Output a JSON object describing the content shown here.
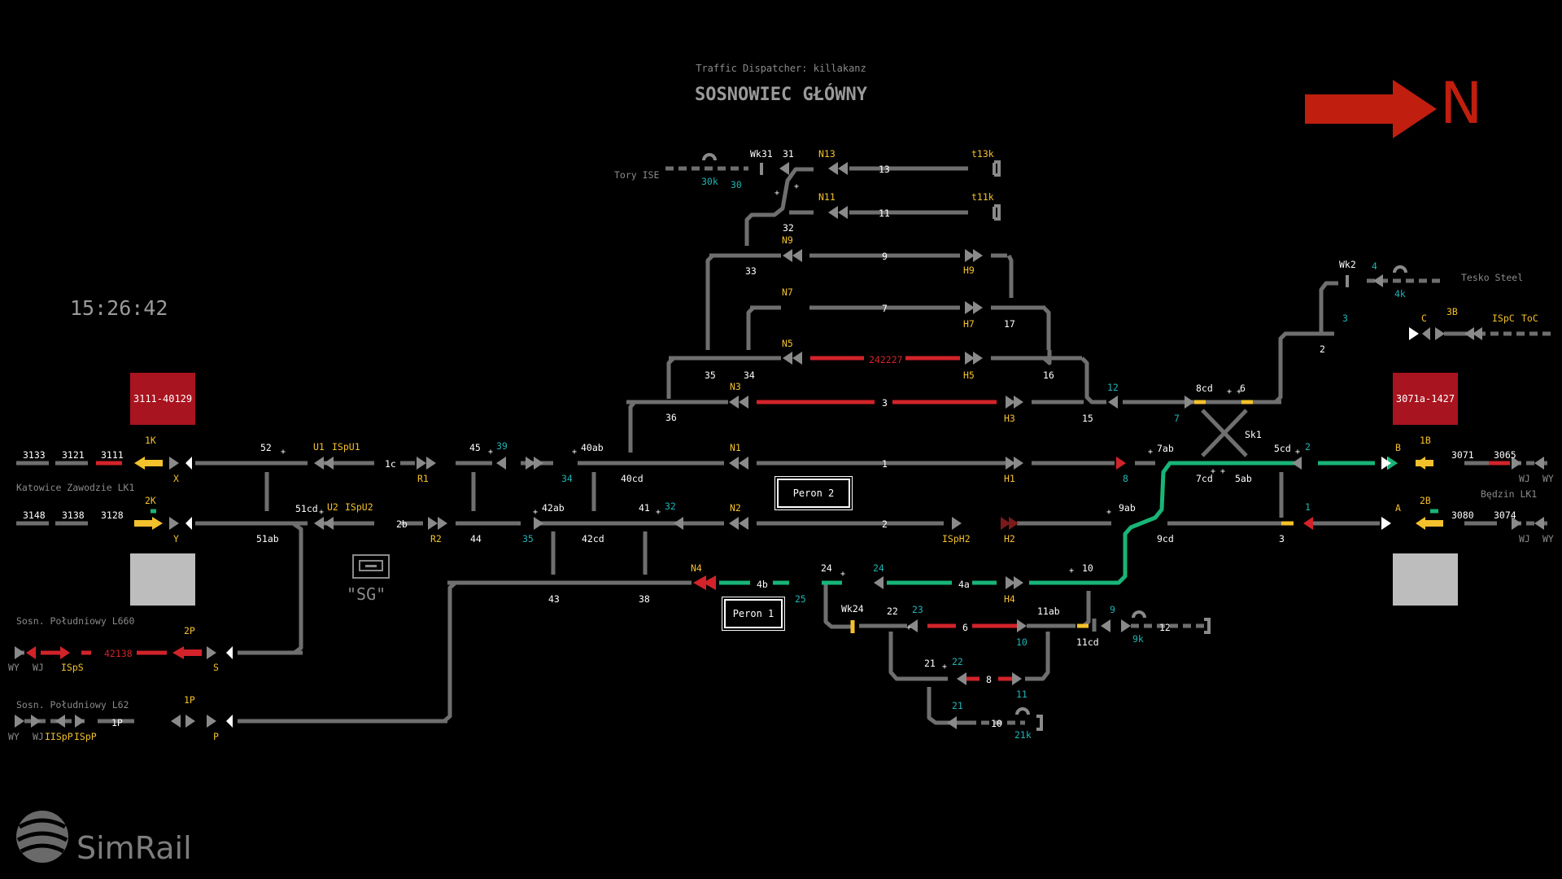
{
  "header": {
    "dispatcher": "Traffic Dispatcher: killakanz",
    "station": "SOSNOWIEC GŁÓWNY",
    "clock": "15:26:42",
    "north": "N"
  },
  "colors": {
    "track_idle": "#6f6f6f",
    "track_occupied": "#d2232a",
    "track_route_set": "#19b478",
    "signal_label": "#f3c12c",
    "track_number": "#1fb4b4",
    "north_arrow": "#c01e0e"
  },
  "train_boxes": {
    "left": "3111-40129",
    "right": "3071a-1427"
  },
  "platforms": {
    "peron2": "Peron 2",
    "peron1": "Peron 1"
  },
  "sg": {
    "label": "\"SG\"",
    "icon": "signal-box-icon"
  },
  "logo": {
    "text": "SimRail",
    "icon": "simrail-logo-icon"
  },
  "labels": {
    "tory_ise": "Tory ISE",
    "tesko_steel": "Tesko Steel",
    "katowice": "Katowice Zawodzie LK1",
    "bedzin": "Będzin LK1",
    "l660": "Sosn. Południowy L660",
    "l62": "Sosn. Południowy L62",
    "t3133": "3133",
    "t3121": "3121",
    "t3111": "3111",
    "t3148": "3148",
    "t3138": "3138",
    "t3128": "3128",
    "t3071": "3071",
    "t3065": "3065",
    "t3080": "3080",
    "t3074": "3074",
    "t42138": "42138",
    "t242227": "242227",
    "s1K": "1K",
    "s2K": "2K",
    "sX": "X",
    "sY": "Y",
    "s2P": "2P",
    "s1P": "1P",
    "sS": "S",
    "sP": "P",
    "sU1": "U1",
    "sU2": "U2",
    "sISpU1": "ISpU1",
    "sISpU2": "ISpU2",
    "sR1": "R1",
    "sR2": "R2",
    "sN1": "N1",
    "sN2": "N2",
    "sN3": "N3",
    "sN4": "N4",
    "sN5": "N5",
    "sN7": "N7",
    "sN9": "N9",
    "sN11": "N11",
    "sN13": "N13",
    "sH1": "H1",
    "sH2": "H2",
    "sH3": "H3",
    "sH4": "H4",
    "sH5": "H5",
    "sH7": "H7",
    "sH9": "H9",
    "sISpH2": "ISpH2",
    "st11k": "t11k",
    "st13k": "t13k",
    "s1B": "1B",
    "s2B": "2B",
    "sB": "B",
    "sA": "A",
    "sC": "C",
    "s3B": "3B",
    "sISpC": "ISpC",
    "sToC": "ToC",
    "sISpS": "ISpS",
    "sIISpP": "IISpP",
    "sISpP": "ISpP",
    "wy1": "WY",
    "wj1": "WJ",
    "wy2": "WY",
    "wj2": "WJ",
    "wj3": "WJ",
    "wy3": "WY",
    "wj4": "WJ",
    "wy4": "WY",
    "n52": "52",
    "n1c": "1c",
    "n45": "45",
    "n39": "39",
    "n34": "34",
    "n40ab": "40ab",
    "n40cd": "40cd",
    "n51cd": "51cd",
    "n51ab": "51ab",
    "n2b": "2b",
    "n44": "44",
    "n42ab": "42ab",
    "n42cd": "42cd",
    "n35": "35",
    "n41": "41",
    "n32": "32",
    "n43": "43",
    "n38": "38",
    "n1P": "1P",
    "n1": "1",
    "n2": "2",
    "n3": "3",
    "n7": "7",
    "n9": "9",
    "n11": "11",
    "n13": "13",
    "n31": "31",
    "n30": "30",
    "n30k": "30k",
    "n32b": "32",
    "n33": "33",
    "nWk31": "Wk31",
    "n36": "36",
    "n35b": "35",
    "n34b": "34",
    "n16": "16",
    "n17": "17",
    "n15": "15",
    "n12": "12",
    "n8cd": "8cd",
    "n6": "6",
    "n7b": "7",
    "nSk1": "Sk1",
    "n7ab": "7ab",
    "n8": "8",
    "n5cd": "5cd",
    "n2c": "2",
    "n7cd": "7cd",
    "n5ab": "5ab",
    "n9ab": "9ab",
    "n9cd": "9cd",
    "n1b": "1",
    "n3b": "3",
    "n10": "10",
    "n4b": "4b",
    "n25": "25",
    "n24": "24",
    "n24c": "24",
    "n4a": "4a",
    "nWk24": "Wk24",
    "n22": "22",
    "n23": "23",
    "n6b": "6",
    "n10b": "10",
    "n11ab": "11ab",
    "n11cd": "11cd",
    "n9b": "9",
    "n9k": "9k",
    "n12b": "12",
    "n21": "21",
    "n22b": "22",
    "n8b": "8",
    "n11c": "11",
    "n21b": "21",
    "n10c": "10",
    "n21k": "21k",
    "nWk2": "Wk2",
    "n4": "4",
    "n4k": "4k",
    "n3c": "3",
    "n2d": "2"
  }
}
